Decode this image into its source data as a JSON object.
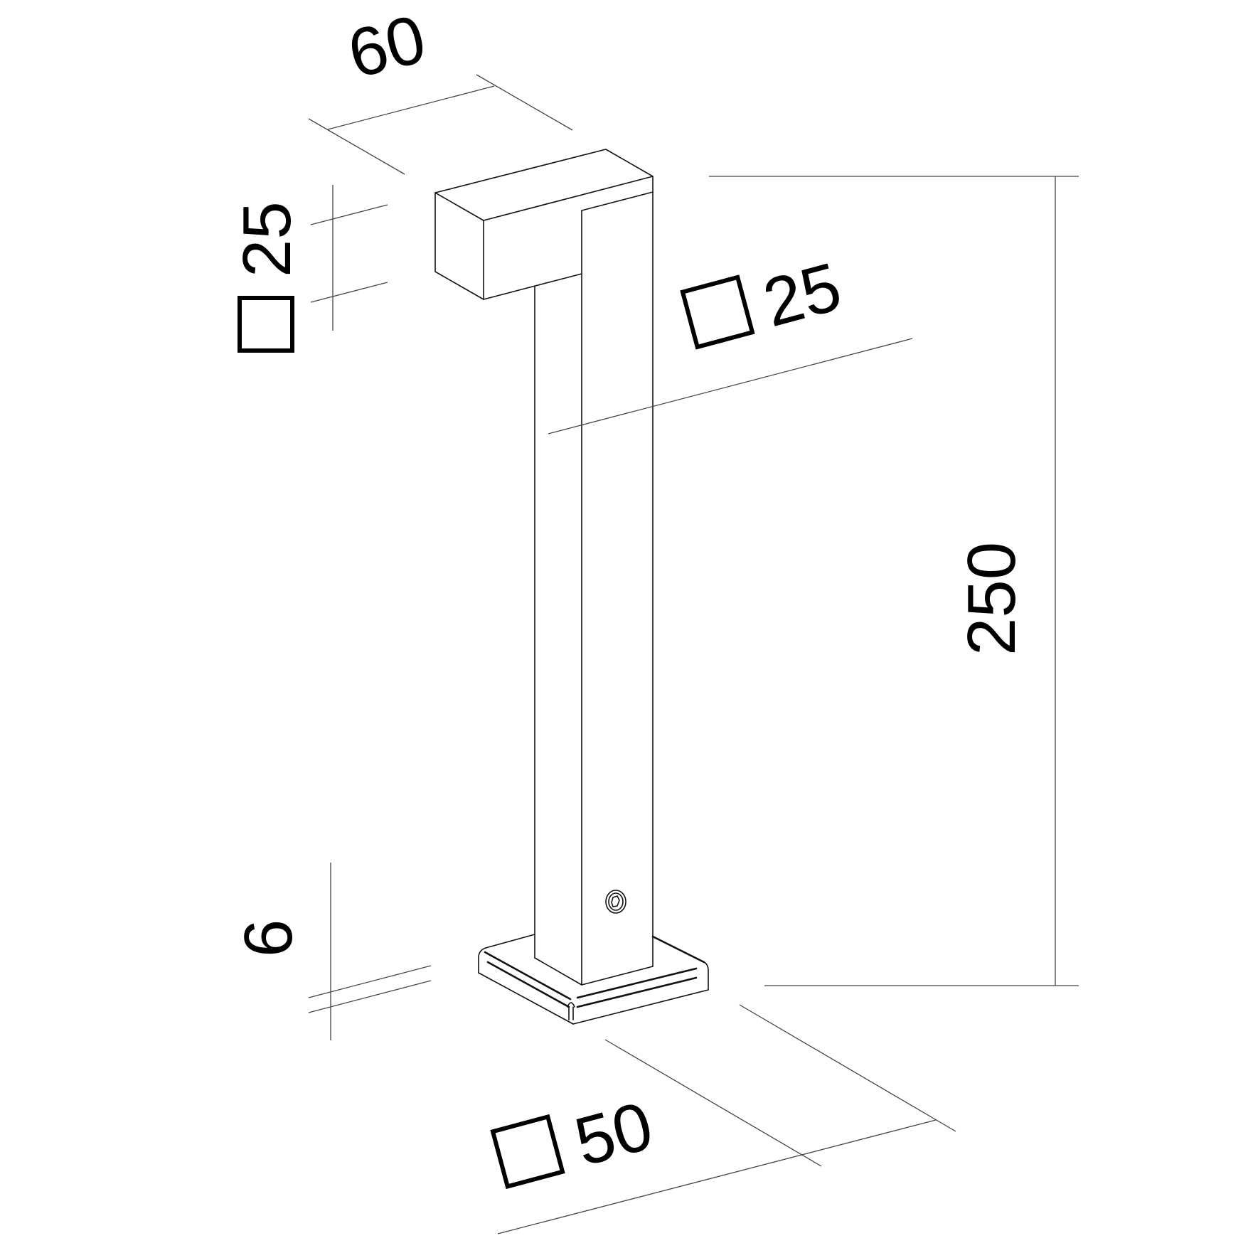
{
  "drawing": {
    "type": "technical dimension drawing",
    "subject": "square bollard / garden post lamp",
    "units": "mm",
    "colors": {
      "lines": "#111111",
      "dimension_lines": "#444444",
      "text": "#000000",
      "background": "#ffffff"
    }
  },
  "dimensions": {
    "head_length": {
      "value": "60",
      "symbol": ""
    },
    "head_height": {
      "value": "25",
      "symbol": "square-icon"
    },
    "post_section": {
      "value": "25",
      "symbol": "square-icon"
    },
    "total_height": {
      "value": "250",
      "symbol": ""
    },
    "base_thickness": {
      "value": "6",
      "symbol": ""
    },
    "base_size": {
      "value": "50",
      "symbol": "square-icon"
    }
  }
}
